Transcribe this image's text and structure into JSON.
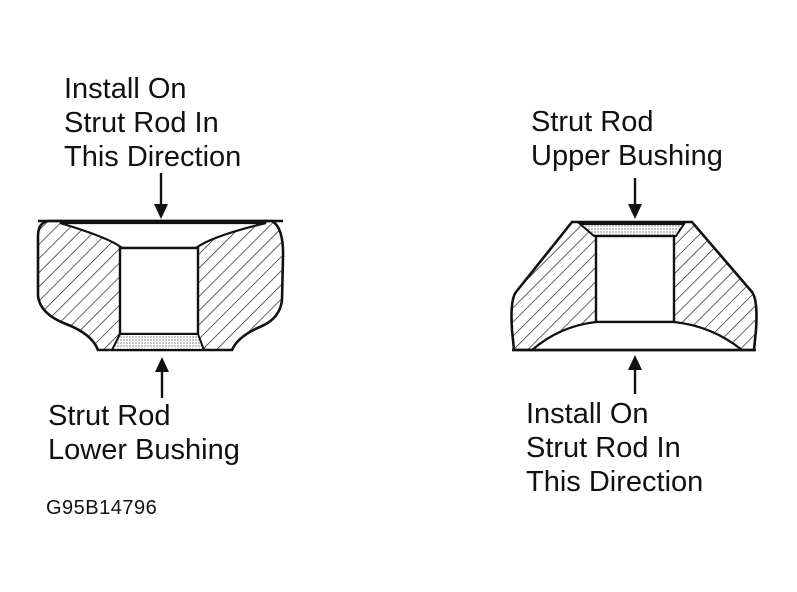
{
  "left_bushing": {
    "top_label": [
      "Install On",
      "Strut Rod In",
      "This Direction"
    ],
    "bottom_label": [
      "Strut Rod",
      "Lower Bushing"
    ]
  },
  "right_bushing": {
    "top_label": [
      "Strut Rod",
      "Upper Bushing"
    ],
    "bottom_label": [
      "Install On",
      "Strut Rod In",
      "This Direction"
    ]
  },
  "figure_code": "G95B14796"
}
